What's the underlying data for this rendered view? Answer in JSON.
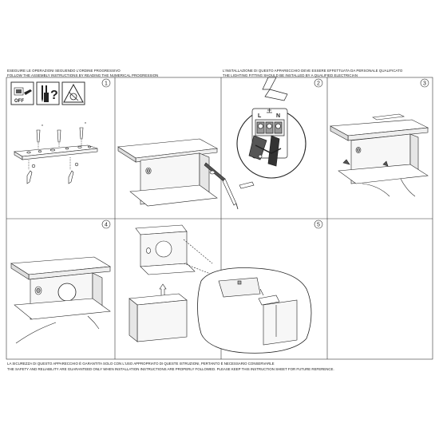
{
  "header": {
    "left_it": "ESEGUIRE LE OPERAZIONI SEGUENDO L'ORDINE PROGRESSIVO",
    "left_en": "FOLLOW THE ASSEMBLY INSTRUCTIONS BY READING THE NUMERICAL PROGRESSION",
    "right_it": "L'INSTALLAZIONE DI QUESTO APPARECCHIO DEVE ESSERE EFFETTUATA DA PERSONALE QUALIFICATO",
    "right_en": "THE LIGHTING FITTING SHOULD BE INSTALLED BY A QUALIFIED ELECTRICIAN"
  },
  "footer": {
    "it": "LA SICUREZZA DI QUESTO APPARECCHIO È GARANTITA SOLO CON L'USO APPROPRIATO DI QUESTE ISTRUZIONI, PERTANTO È NECESSARIO CONSERVARLE",
    "en": "THE SAFETY AND RELIABILITY ARE GUARANTEED ONLY WHEN INSTALLATION INSTRUCTIONS ARE PROPERLY FOLLOWED. PLEASE KEEP THIS INSTRUCTION SHEET FOR FUTURE REFERENCE."
  },
  "tools": {
    "switch_label": "OFF",
    "question_mark": "?"
  },
  "steps": [
    "1",
    "2",
    "3",
    "4",
    "5"
  ],
  "terminal_labels": {
    "live": "L",
    "neutral": "N"
  }
}
